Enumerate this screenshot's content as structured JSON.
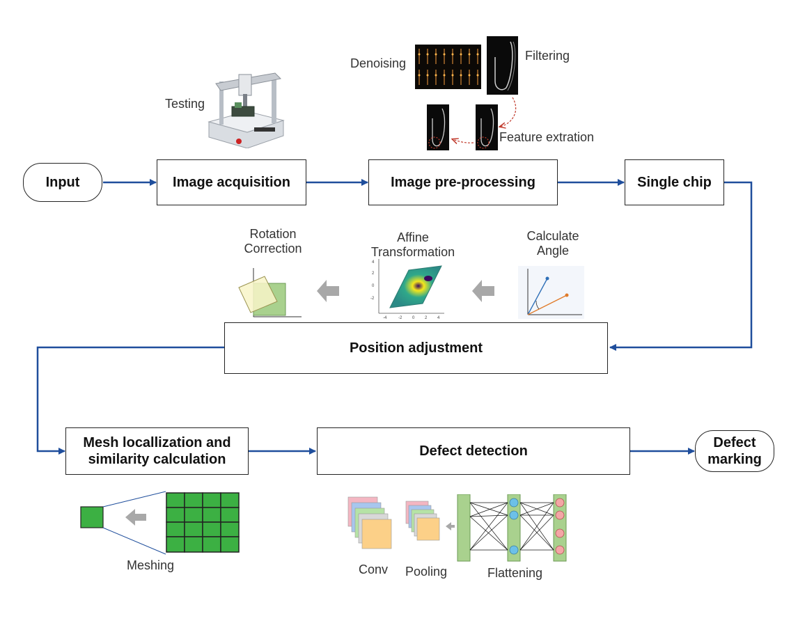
{
  "nodes": {
    "input": "Input",
    "image_acquisition": "Image acquisition",
    "image_preprocessing": "Image pre-processing",
    "single_chip": "Single chip",
    "position_adjustment": "Position adjustment",
    "mesh_line1": "Mesh locallization and",
    "mesh_line2": "similarity calculation",
    "defect_detection": "Defect detection",
    "defect_marking_line1": "Defect",
    "defect_marking_line2": "marking"
  },
  "annotations": {
    "testing": "Testing",
    "denoising": "Denoising",
    "filtering": "Filtering",
    "feature_extraction": "Feature extration",
    "rotation_line1": "Rotation",
    "rotation_line2": "Correction",
    "affine_line1": "Affine",
    "affine_line2": "Transformation",
    "angle_line1": "Calculate",
    "angle_line2": "Angle",
    "meshing": "Meshing",
    "conv": "Conv",
    "pooling": "Pooling",
    "flattening": "Flattening"
  },
  "colors": {
    "flow_arrow": "#1f4e9c",
    "mesh_green": "#3cb043",
    "hint_arrow": "#a8a8a8"
  },
  "icons": {
    "testing": "gantry-machine-icon",
    "denoising": "chip-array-image",
    "filtering": "chip-trace-image",
    "rotation": "rotation-correction-icon",
    "affine": "affine-heatmap-icon",
    "angle": "angle-vector-icon",
    "meshing": "mesh-grid-icon",
    "cnn": "cnn-layers-icon"
  }
}
